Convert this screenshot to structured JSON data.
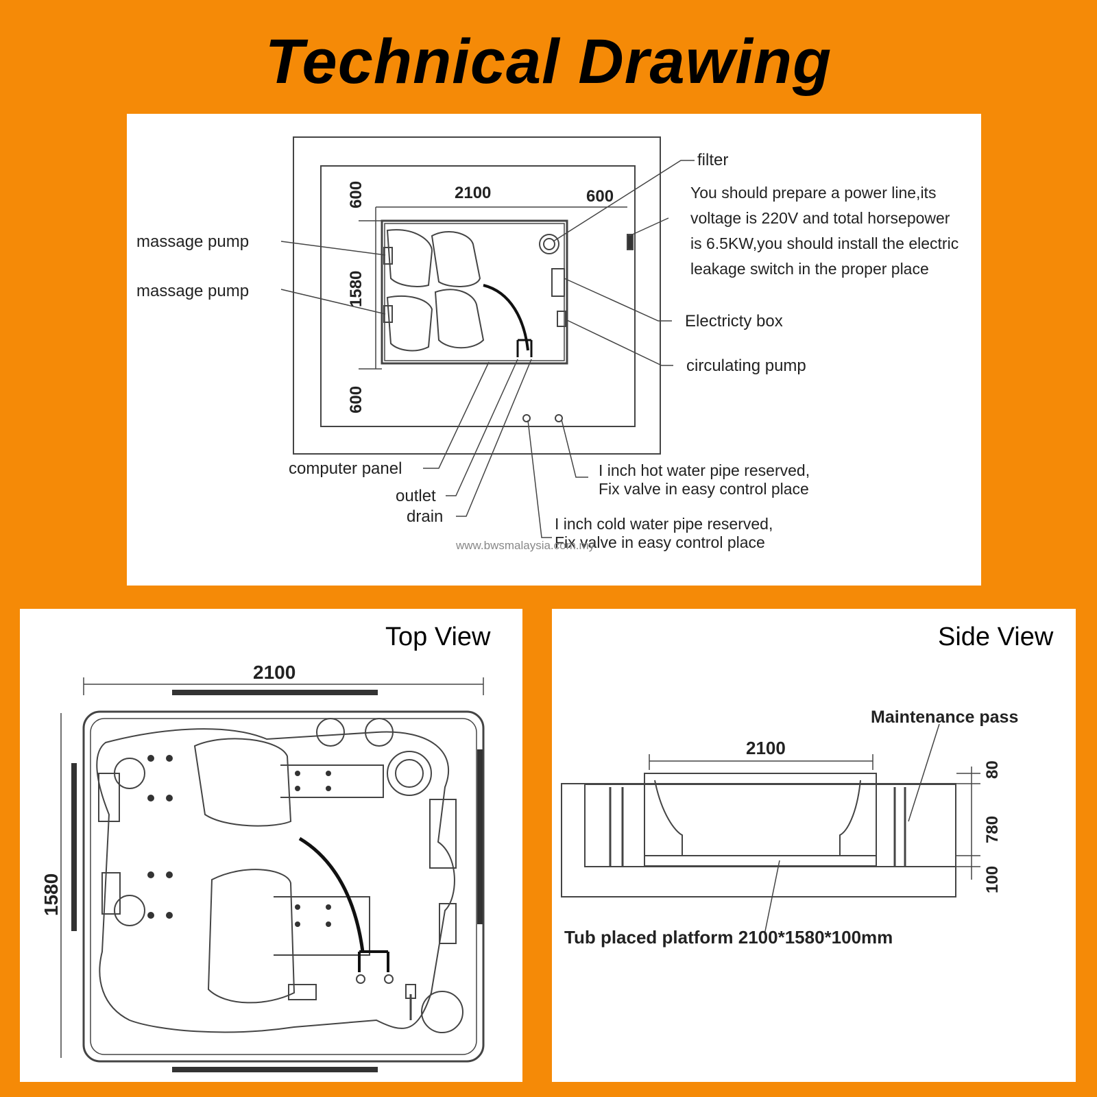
{
  "title": "Technical Drawing",
  "main_diagram": {
    "dims": {
      "width": "2100",
      "margin_right": "600",
      "margin_top": "600",
      "depth": "1580",
      "margin_bottom": "600"
    },
    "labels": {
      "filter": "filter",
      "power_note": [
        "You should prepare a  power line,its",
        "voltage is 220V and total horsepower",
        "is 6.5KW,you should install the electric",
        "leakage switch in the proper place"
      ],
      "electricity_box": "Electricty box",
      "circulating_pump": "circulating pump",
      "massage_pump_1": "massage pump",
      "massage_pump_2": "massage pump",
      "computer_panel": "computer panel",
      "outlet": "outlet",
      "drain": "drain",
      "hot_pipe": [
        "I  inch hot water pipe reserved,",
        "Fix valve in easy control place"
      ],
      "cold_pipe": [
        "I  inch cold water pipe reserved,",
        "Fix valve in easy control place"
      ]
    },
    "watermark": "www.bwsmalaysia.com.my"
  },
  "top_view": {
    "title": "Top View",
    "dim_width": "2100",
    "dim_depth": "1580"
  },
  "side_view": {
    "title": "Side View",
    "dim_width": "2100",
    "maintenance": "Maintenance pass",
    "dim_80": "80",
    "dim_780": "780",
    "dim_100": "100",
    "platform": "Tub placed platform 2100*1580*100mm"
  },
  "colors": {
    "background": "#f58a07",
    "panel": "#ffffff",
    "ink": "#222222"
  }
}
